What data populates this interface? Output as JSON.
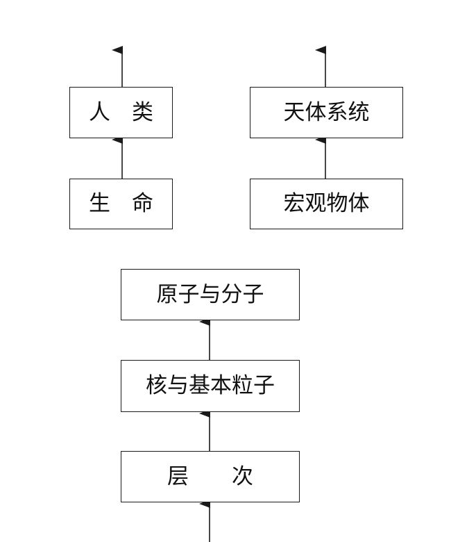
{
  "nodes": {
    "human": "人　类",
    "life": "生　命",
    "celestial_systems": "天体系统",
    "macroscopic_objects": "宏观物体",
    "atoms_molecules": "原子与分子",
    "nuclei_particles": "核与基本粒子",
    "level": "层　　次"
  },
  "edges": [
    {
      "from": "life",
      "to": "human"
    },
    {
      "from": "macroscopic_objects",
      "to": "celestial_systems"
    },
    {
      "from": "nuclei_particles",
      "to": "atoms_molecules"
    },
    {
      "from": "level",
      "to": "nuclei_particles"
    }
  ],
  "colors": {
    "line": "#1a1a1a",
    "background": "#ffffff"
  }
}
